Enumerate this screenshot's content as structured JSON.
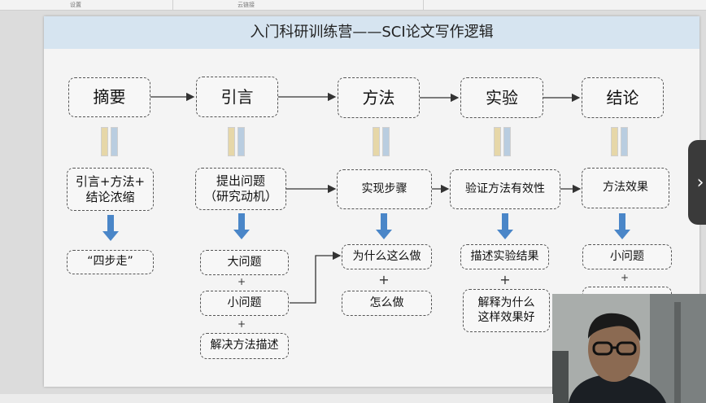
{
  "toolbar": {
    "left_label": "设置",
    "right_label": "云链接"
  },
  "slide_title": "入门科研训练营——SCI论文写作逻辑",
  "top_row": [
    "摘要",
    "引言",
    "方法",
    "实验",
    "结论"
  ],
  "second_row": [
    "引言+方法+\n结论浓缩",
    "提出问题\n（研究动机）",
    "实现步骤",
    "验证方法有效性",
    "方法效果"
  ],
  "col1": {
    "item": "“四步走”"
  },
  "col2": {
    "items": [
      "大问题",
      "小问题",
      "解决方法描述"
    ]
  },
  "col3": {
    "items": [
      "为什么这么做",
      "怎么做"
    ]
  },
  "col4": {
    "items": [
      "描述实验结果",
      "解释为什么\n这样效果好"
    ]
  },
  "col5": {
    "items": [
      "小问题"
    ]
  },
  "plus": "+",
  "nav": {
    "next_label": "›"
  },
  "colors": {
    "title_bg": "#d6e4f0",
    "arrow_blue": "#4a86c8",
    "border": "#555555"
  }
}
